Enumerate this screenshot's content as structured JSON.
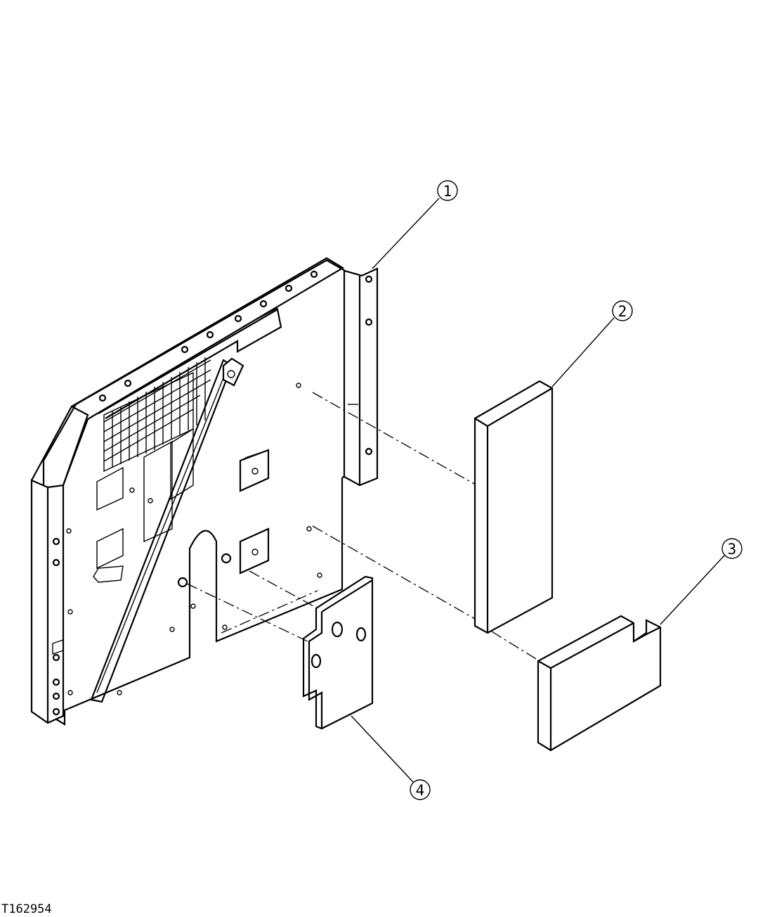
{
  "figure_id": "T162954",
  "callouts": [
    {
      "number": "1"
    },
    {
      "number": "2"
    },
    {
      "number": "3"
    },
    {
      "number": "4"
    }
  ]
}
